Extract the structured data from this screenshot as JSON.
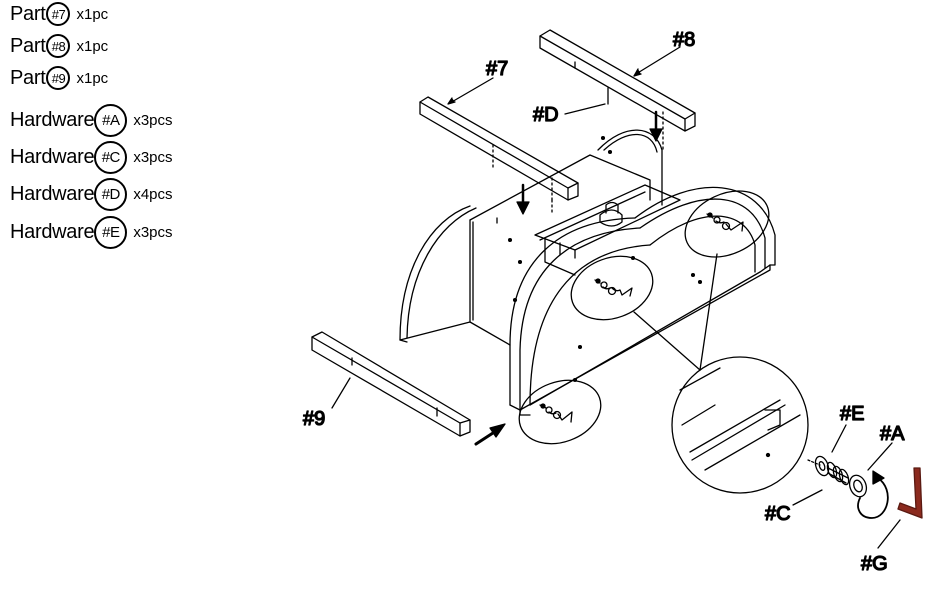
{
  "parts_list": [
    {
      "word": "Part",
      "id": "#7",
      "qty": "x1pc"
    },
    {
      "word": "Part",
      "id": "#8",
      "qty": "x1pc"
    },
    {
      "word": "Part",
      "id": "#9",
      "qty": "x1pc"
    },
    {
      "word": "Hardware",
      "id": "#A",
      "qty": "x3pcs"
    },
    {
      "word": "Hardware",
      "id": "#C",
      "qty": "x3pcs"
    },
    {
      "word": "Hardware",
      "id": "#D",
      "qty": "x4pcs"
    },
    {
      "word": "Hardware",
      "id": "#E",
      "qty": "x3pcs"
    }
  ],
  "callouts": {
    "part7": "#7",
    "part8": "#8",
    "part9": "#9",
    "hwD": "#D",
    "hwE": "#E",
    "hwA": "#A",
    "hwC": "#C",
    "hwG": "#G"
  },
  "colors": {
    "line": "#000000",
    "allen_key": "#8b2a1e"
  }
}
